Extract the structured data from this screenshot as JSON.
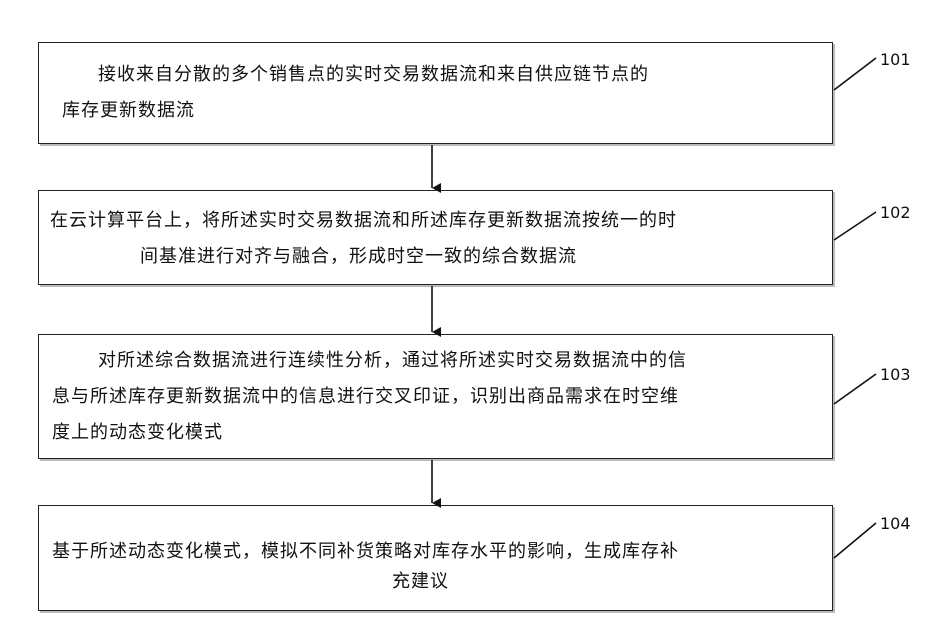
{
  "steps": [
    {
      "id": "101",
      "text": "接收来自分散的多个销售点的实时交易数据流和来自供应链节点的库存更新数据流"
    },
    {
      "id": "102",
      "text": "在云计算平台上，将所述实时交易数据流和所述库存更新数据流按统一的时间基准进行对齐与融合，形成时空一致的综合数据流"
    },
    {
      "id": "103",
      "text": "对所述综合数据流进行连续性分析，通过将所述实时交易数据流中的信息与所述库存更新数据流中的信息进行交叉印证，识别出商品需求在时空维度上的动态变化模式"
    },
    {
      "id": "104",
      "text": "基于所述动态变化模式，模拟不同补货策略对库存水平的影响，生成库存补充建议"
    }
  ]
}
